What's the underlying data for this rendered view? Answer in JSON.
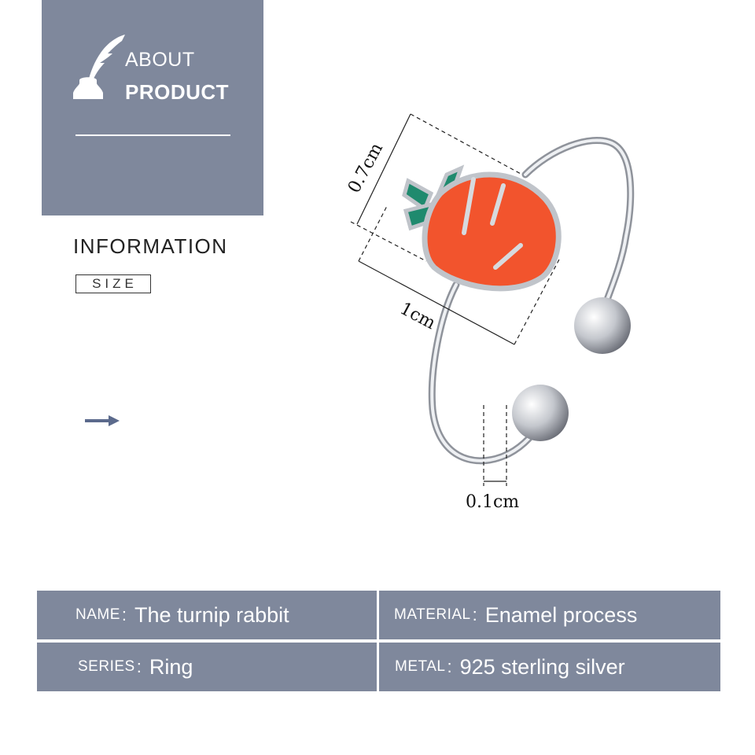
{
  "header": {
    "line1": "ABOUT",
    "line2": "PRODUCT"
  },
  "info": {
    "heading": "INFORMATION",
    "tag": "SIZE"
  },
  "dimensions": {
    "height": "0.7cm",
    "width": "1cm",
    "band": "0.1cm"
  },
  "specs": {
    "name": {
      "key": "NAME",
      "value": "The turnip rabbit"
    },
    "material": {
      "key": "MATERIAL",
      "value": "Enamel process"
    },
    "series": {
      "key": "SERIES",
      "value": "Ring"
    },
    "metal": {
      "key": "METAL",
      "value": "925 sterling silver"
    }
  },
  "colors": {
    "panel": "#7f889c",
    "carrot": "#f2542d",
    "leaf": "#1f8a6e",
    "silver": "#c8cbd0"
  },
  "icons": [
    "quill-inkwell-icon",
    "right-arrow-icon"
  ]
}
